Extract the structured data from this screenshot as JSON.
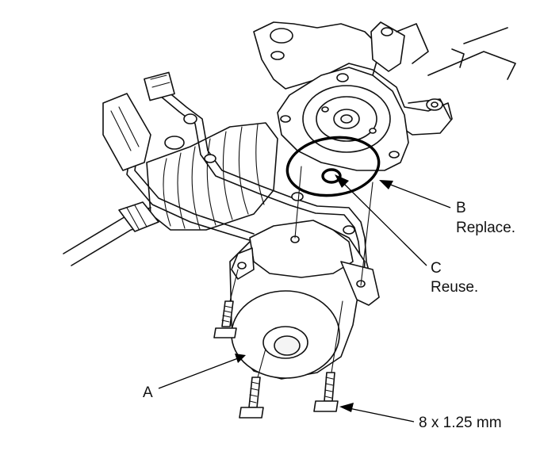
{
  "callouts": {
    "a": {
      "letter": "A"
    },
    "b": {
      "letter": "B",
      "note": "Replace."
    },
    "c": {
      "letter": "C",
      "note": "Reuse."
    },
    "bolt_spec": "8 x 1.25 mm"
  }
}
